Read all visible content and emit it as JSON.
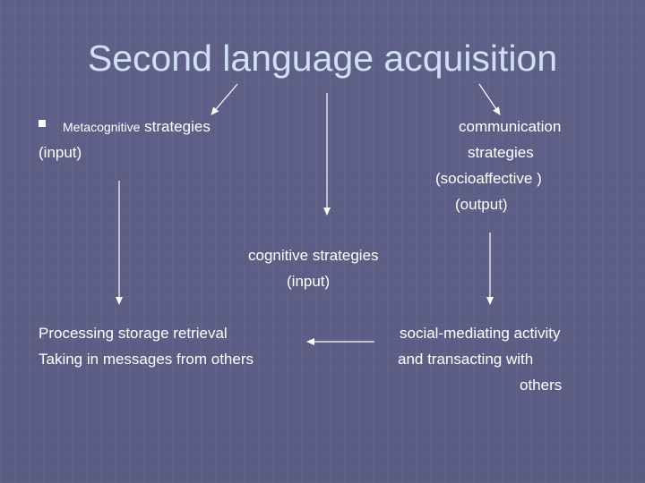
{
  "title": "Second language acquisition",
  "left_top": {
    "bullet_prefix": "Metacognitive",
    "line1_rest": " strategies",
    "line2": "(input)"
  },
  "right_top": {
    "line1": "communication",
    "line2": "strategies",
    "line3": "(socioaffective )",
    "line4": "(output)"
  },
  "middle": {
    "line1": "cognitive strategies",
    "line2": "(input)"
  },
  "left_bottom": {
    "line1": "Processing storage retrieval",
    "line2": "Taking in messages from others"
  },
  "right_bottom": {
    "line1": "social-mediating activity",
    "line2": "and transacting with",
    "line3": "others"
  },
  "colors": {
    "background": "#5c5e85",
    "title": "#cfe0f5",
    "text": "#ffffff"
  }
}
